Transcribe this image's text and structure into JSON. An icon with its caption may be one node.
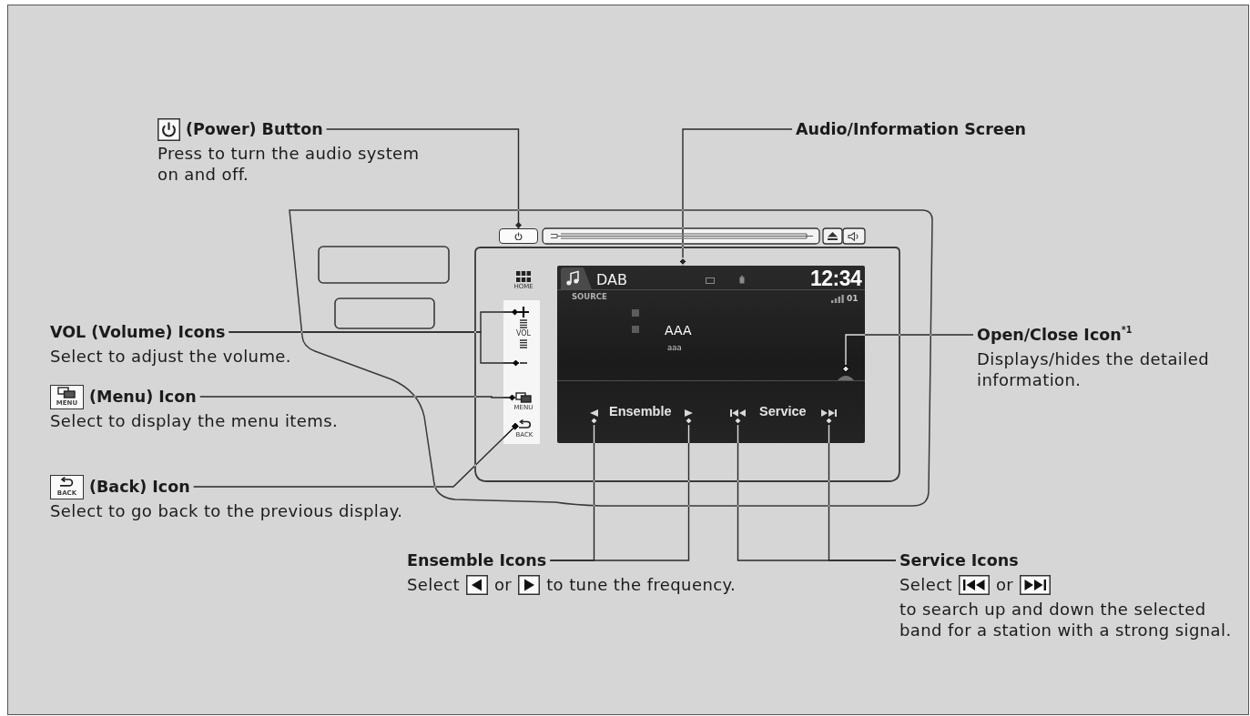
{
  "diagram": {
    "nodes": [
      {
        "text": [
          "(Power) Button",
          "Press to turn the audio system on and off."
        ]
      },
      {
        "text": [
          "Audio/Information Screen"
        ]
      },
      {
        "text": [
          "VOL (Volume) Icons",
          "Select to adjust the volume."
        ]
      },
      {
        "text": [
          "Open/Close Icon$^{*1}$",
          "Displays/hides the detailed information."
        ]
      },
      {
        "text": [
          "(Menu) Icon",
          "Select to display the menu items."
        ]
      },
      {
        "text": [
          "(Back) Icon",
          "Select to go back to the previous display."
        ]
      },
      {
        "text": [
          "Ensemble Icons",
          "Select",
          "or",
          "to tune the frequency."
        ]
      },
      {
        "text": [
          "Service Icons",
          "Select",
          "or",
          "to search up and down the selected band for a station with a strong signal."
        ]
      },
      {
        "text": [],
        "shape": "box"
      },
      {
        "text": [],
        "shape": "box"
      },
      {
        "text": [],
        "shape": "picture"
      },
      {
        "text": [],
        "shape": "picture"
      },
      {
        "text": [],
        "shape": "picture"
      },
      {
        "text": [],
        "shape": "picture"
      },
      {
        "text": [],
        "shape": "picture",
        "in": 9
      },
      {
        "text": [],
        "shape": "picture",
        "in": 9
      },
      {
        "text": [],
        "shape": "picture",
        "in": 9
      },
      {
        "text": [],
        "shape": "picture",
        "in": 9
      },
      {
        "text": [],
        "shape": "picture",
        "in": 9
      }
    ],
    "edges": [
      {
        "from": 0,
        "to": 8,
        "arrow": "other"
      },
      {
        "from": 1,
        "to": 9,
        "arrow": "other"
      },
      {
        "from": 2,
        "to": 10,
        "arrow": "other"
      },
      {
        "from": 2,
        "to": 11,
        "arrow": "other"
      },
      {
        "from": 3,
        "to": 14,
        "arrow": "other"
      },
      {
        "from": 4,
        "to": 12,
        "arrow": "other"
      },
      {
        "from": 5,
        "to": 13,
        "arrow": "other"
      },
      {
        "from": 6,
        "to": 15,
        "arrow": "other"
      },
      {
        "from": 6,
        "to": 16,
        "arrow": "other"
      },
      {
        "from": 7,
        "to": 17,
        "arrow": "other"
      },
      {
        "from": 7,
        "to": 18,
        "arrow": "other"
      }
    ],
    "labels": [
      "HOME",
      "DAB",
      "12:34",
      "SOURCE",
      "01",
      "VOL",
      "AAA",
      "aaa",
      "MENU",
      "MENU",
      "Ensemble",
      "Service",
      "BACK",
      "BACK"
    ]
  }
}
